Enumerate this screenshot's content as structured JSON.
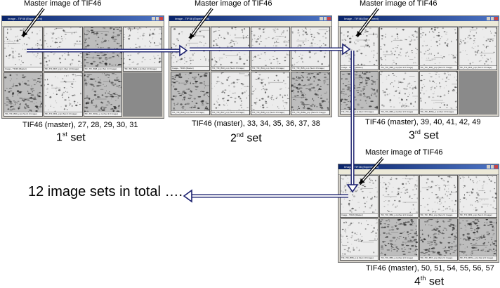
{
  "master_label": "Master image of TIF46",
  "summary": "12 image sets in total ….",
  "sets": [
    {
      "window_title": "Image - TIF46 (Experiment)",
      "members": "TIF46 (master), 27, 28, 29, 30, 31",
      "ordinal": "1",
      "suffix": "st",
      "word": "set",
      "thumbs": [
        "Image - TIF46 (Master)",
        "TIF_TIF_B27_p.tp 1 (Set 2.0 Image)",
        "TIF_TIF_B28_p.tp (Set 2.0 Image)",
        "TIF_TIF_B29_p.tp (Set 2.0 Image)",
        "TIF_TIF_B30_p.tp (Set 2.0 Image)",
        "TIF_TIF_B31_p.tp (Set 2.0 Image)",
        "TIF_TIF_B31a_p.tp (Set 2.0 Image)"
      ]
    },
    {
      "window_title": "Image - TIF46 (Experiment)",
      "members": "TIF46 (master), 33, 34, 35, 36, 37, 38",
      "ordinal": "2",
      "suffix": "nd",
      "word": "set",
      "thumbs": [
        "Image - TIF46 (Master)",
        "TIF_TIF_B33_p.tp (Set 2.0 Image)",
        "TIF_TIF_B34_p.tp (Set 2.0 Image)",
        "TIF_TIF_B35_p.tp (Set 2.0 Image)",
        "TIF_TIF_B36_p.tp (Set 2.0 Image)",
        "TIF_TIF_B37_p.tp (Set 2.0 Image)",
        "TIF_TIF_B38_p.tp (Set 2.0 Image)",
        "TIF_TIF_B38a_p.tp (Set 2.0 Image)"
      ]
    },
    {
      "window_title": "Image - TIF46 (Experiment)",
      "members": "TIF46 (master), 39, 40, 41, 42, 49",
      "ordinal": "3",
      "suffix": "rd",
      "word": "set",
      "thumbs": [
        "Image - TIF46 (Master)",
        "TIF_TIF_B39_p.tp (Set 2.0 Image)",
        "TIF_TIF_B40_p.tp (Set 2.0 Image)",
        "TIF_TIF_B41_p.tp (Set 2.0 Image)",
        "TIF_TIF_B42_p.tp (Set 2.0 Image)",
        "TIF_TIF_B49_p.tp (Set 2.0 Image)",
        "TIF_TIF_B49a_p.tp (Set 2.0 Image)"
      ]
    },
    {
      "window_title": "Image - TIF46 (Experiment)",
      "members": "TIF46 (master), 50, 51, 54, 55, 56, 57",
      "ordinal": "4",
      "suffix": "th",
      "word": "set",
      "thumbs": [
        "Image - TIF46 (Master)",
        "TIF_TIF_B50_p.tp (Set 2.0 Image)",
        "TIF_TIF_B51_p.tp (Set 2.0 Image)",
        "TIF_TIF_B54_p.tp (Set 2.0 Image)",
        "TIF_TIF_B55_p.tp (Set 2.0 Image)",
        "TIF_TIF_B56_p.tp (Set 2.0 Image)",
        "TIF_TIF_B57_p.tp (Set 2.0 Image)",
        "TIF_TIF_B57a_p.tp (Set 2.0 Image)"
      ]
    }
  ],
  "colors": {
    "arrow": "#1a1f6e",
    "titlebar": "#0a246a",
    "background": "#ffffff",
    "spots": "#1a1a1a"
  },
  "icons": [
    "double-line-arrow-icon",
    "pointer-arrow-icon"
  ]
}
